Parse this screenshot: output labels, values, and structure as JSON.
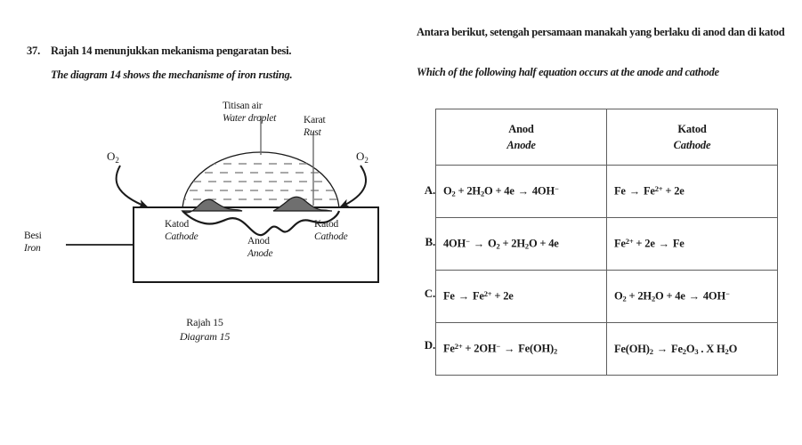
{
  "question": {
    "number": "37.",
    "stem_bm": "Rajah 14 menunjukkan mekanisma pengaratan besi.",
    "stem_en": "The diagram 14 shows the mechanisme of iron rusting.",
    "prompt_bm": "Antara berikut, setengah persamaan manakah yang berlaku di anod dan di katod",
    "prompt_en": "Which of the following half equation occurs at the anode and cathode"
  },
  "diagram": {
    "caption_bm": "Rajah 15",
    "caption_en": "Diagram 15",
    "labels": {
      "droplet_bm": "Titisan air",
      "droplet_en": "Water droplet",
      "rust_bm": "Karat",
      "rust_en": "Rust",
      "iron_bm": "Besi",
      "iron_en": "Iron",
      "cathode_left_bm": "Katod",
      "cathode_left_en": "Cathode",
      "cathode_right_bm": "Katod",
      "cathode_right_en": "Cathode",
      "anode_bm": "Anod",
      "anode_en": "Anode",
      "oxygen_left": "O2",
      "oxygen_right": "O2"
    },
    "colors": {
      "line": "#1a1a1a",
      "rust_fill": "#7a7a7a",
      "water_hatch": "#8c8c8c"
    }
  },
  "table": {
    "headers": {
      "anode_bm": "Anod",
      "anode_en": "Anode",
      "cathode_bm": "Katod",
      "cathode_en": "Cathode"
    },
    "rows": [
      {
        "letter": "A.",
        "anode_text": "O2 + 2H2O + 4e → 4OH⁻",
        "cathode_text": "Fe → Fe2+ + 2e"
      },
      {
        "letter": "B.",
        "anode_text": "4OH⁻ → O2 + 2H2O + 4e",
        "cathode_text": "Fe2+ + 2e → Fe"
      },
      {
        "letter": "C.",
        "anode_text": "Fe → Fe2+ + 2e",
        "cathode_text": "O2 + 2H2O + 4e → 4OH⁻"
      },
      {
        "letter": "D.",
        "anode_text": "Fe2+ + 2OH⁻ → Fe(OH)2",
        "cathode_text": "Fe(OH)2 → Fe2O3 . X H2O"
      }
    ]
  }
}
